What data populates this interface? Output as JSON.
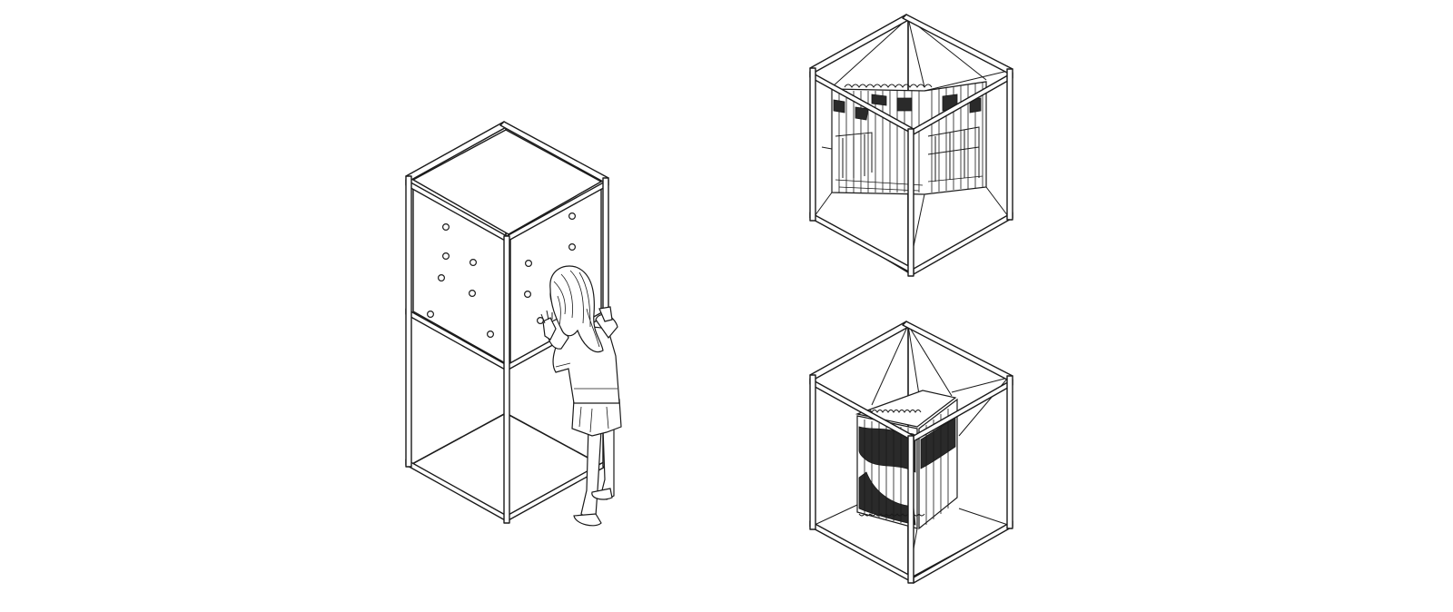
{
  "figure": {
    "background": "#ffffff",
    "ink": "#1a1a1a",
    "views": [
      {
        "id": "tall-kiosk",
        "subject": "tall-frame-booth-with-viewer"
      },
      {
        "id": "cube-top",
        "subject": "cube-frame-with-curved-slat-panorama"
      },
      {
        "id": "cube-bottom",
        "subject": "cube-frame-with-suspended-slat-box"
      }
    ]
  }
}
